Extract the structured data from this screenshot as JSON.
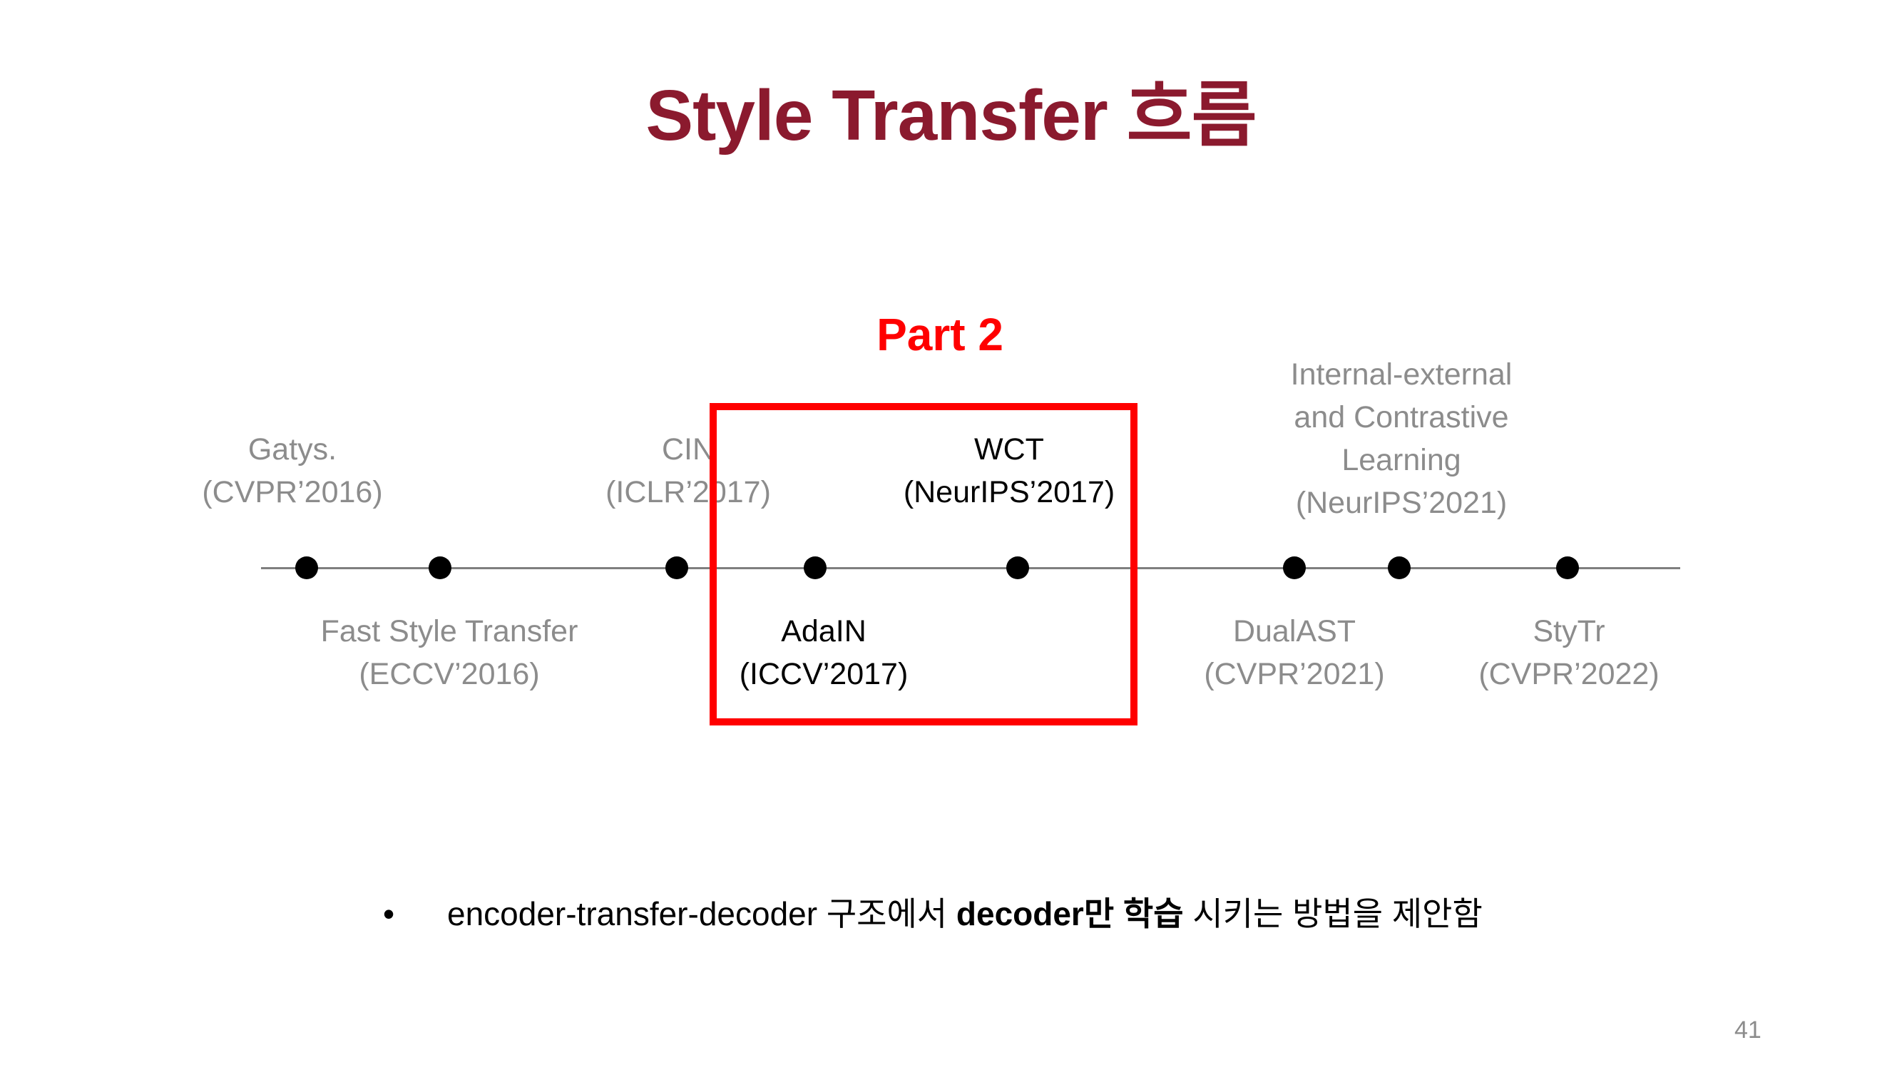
{
  "slide": {
    "title": "Style Transfer 흐름",
    "part_label": "Part 2",
    "page_number": "41"
  },
  "timeline": {
    "above": [
      {
        "line1": "Gatys.",
        "line2": "(CVPR’2016)"
      },
      {
        "line1": "CIN",
        "line2": "(ICLR’2017)"
      },
      {
        "line1": "WCT",
        "line2": "(NeurIPS’2017)"
      },
      {
        "line1": "Internal-external",
        "line2": "and Contrastive",
        "line3": "Learning",
        "line4": "(NeurIPS’2021)"
      }
    ],
    "below": [
      {
        "line1": "Fast Style Transfer",
        "line2": "(ECCV’2016)"
      },
      {
        "line1": "AdaIN",
        "line2": "(ICCV’2017)"
      },
      {
        "line1": "DualAST",
        "line2": "(CVPR’2021)"
      },
      {
        "line1": "StyTr",
        "line2": "(CVPR’2022)"
      }
    ]
  },
  "bullet": {
    "marker": "•",
    "text_before": "encoder-transfer-decoder 구조에서 ",
    "text_bold": "decoder만 학습",
    "text_after": " 시키는 방법을 제안함"
  },
  "colors": {
    "title": "#8b1a2e",
    "highlight": "#ff0000",
    "inactive_text": "#8c8c8c",
    "active_text": "#000000"
  }
}
